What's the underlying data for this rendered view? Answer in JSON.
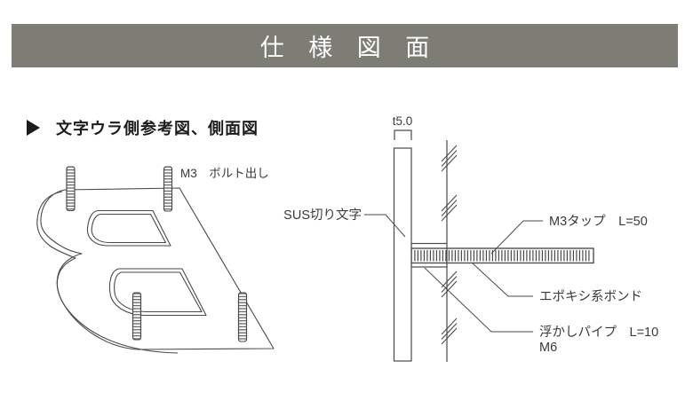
{
  "header": {
    "title": "仕 様 図 面"
  },
  "section": {
    "title": "文字ウラ側参考図、側面図"
  },
  "back_view": {
    "label_bolt": "M3　ボルト出し"
  },
  "side_view": {
    "label_thickness": "t5.0",
    "label_material": "SUS切り文字",
    "label_tap": "M3タップ　L=50",
    "label_bond": "エポキシ系ボンド",
    "label_pipe": "浮かしパイプ　L=10",
    "label_pipe_size": "M6"
  },
  "colors": {
    "header_bg": "#7d7d76",
    "header_text": "#ffffff",
    "line": "#4a4a4a",
    "label_text": "#3a3a3a",
    "section_text": "#1d1c1a",
    "background": "#ffffff"
  }
}
